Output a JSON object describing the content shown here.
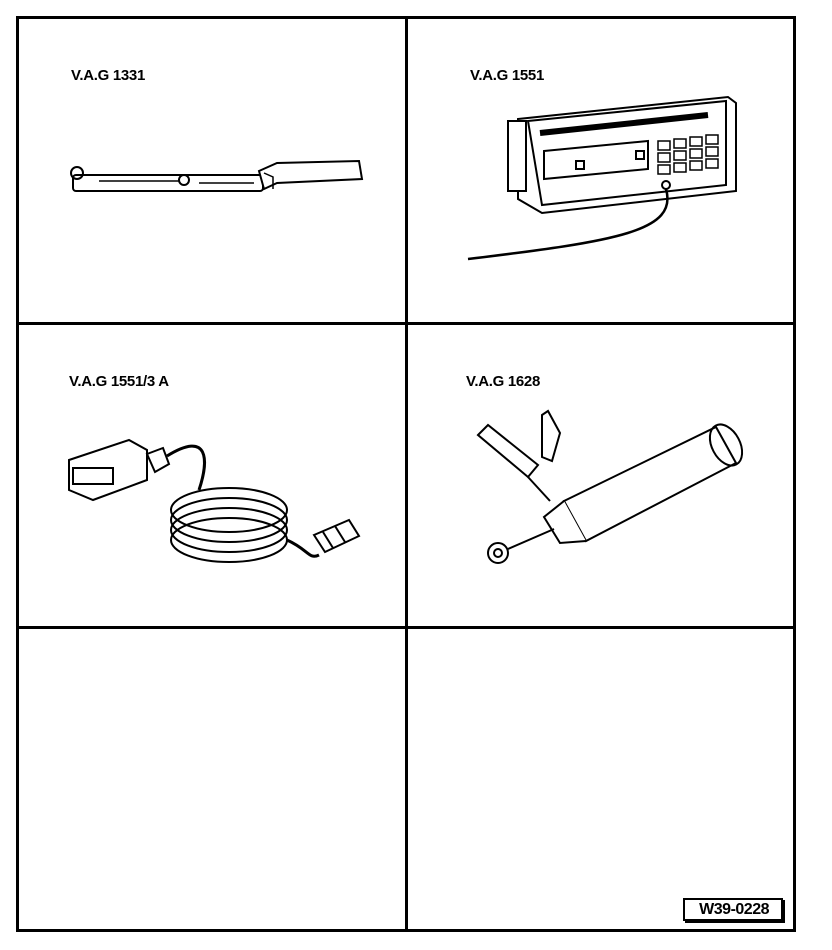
{
  "tools": [
    {
      "label": "V.A.G 1331",
      "icon": "torque-wrench-icon"
    },
    {
      "label": "V.A.G 1551",
      "icon": "fault-reader-icon"
    },
    {
      "label": "V.A.G 1551/3 A",
      "icon": "adapter-cable-icon"
    },
    {
      "label": "V.A.G 1628",
      "icon": "sealant-gun-icon"
    }
  ],
  "figure_code": "W39-0228"
}
